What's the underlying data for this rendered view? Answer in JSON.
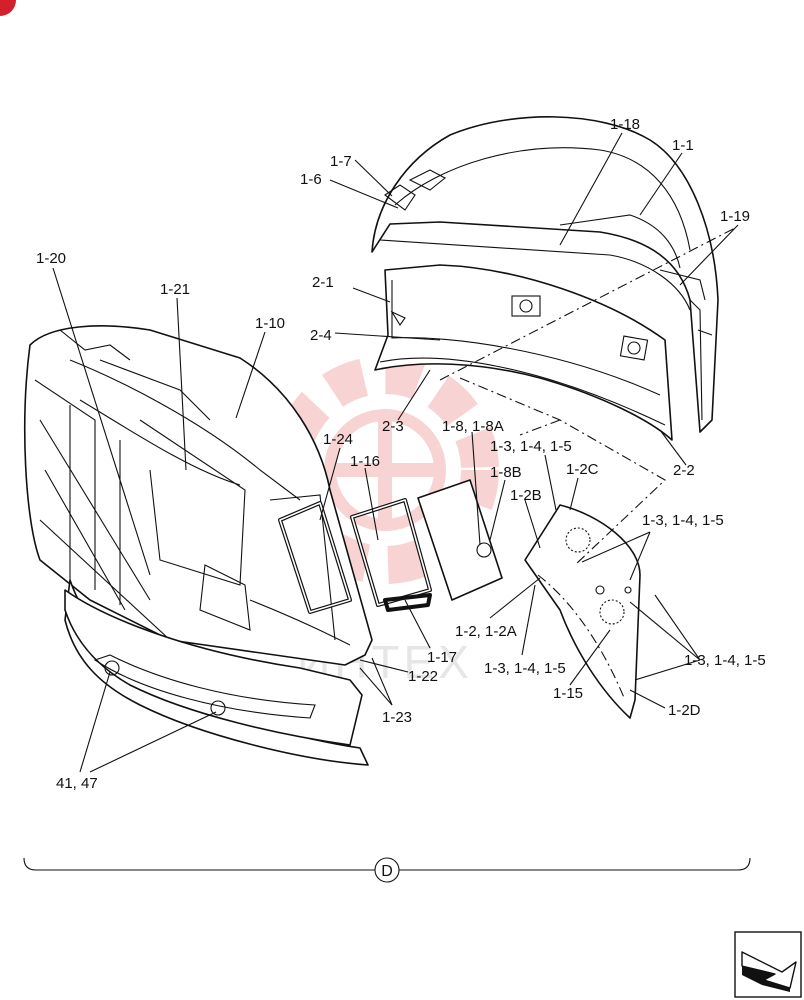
{
  "corner_badge": {
    "color": "#d4202a"
  },
  "watermark": {
    "text": "ИНТЕХ",
    "color": "#f2b0b0"
  },
  "section": {
    "letter": "D"
  },
  "nav": {
    "icon": "next-page-arrow-icon"
  },
  "callouts": [
    "1-18",
    "1-1",
    "1-7",
    "1-6",
    "1-19",
    "1-20",
    "2-1",
    "1-21",
    "1-10",
    "2-4",
    "2-3",
    "1-8, 1-8A",
    "1-3, 1-4, 1-5",
    "1-24",
    "1-2C",
    "1-16",
    "1-8B",
    "1-2B",
    "2-2",
    "1-3, 1-4, 1-5",
    "1-2, 1-2A",
    "1-17",
    "1-3, 1-4, 1-5",
    "1-3, 1-4, 1-5",
    "1-22",
    "1-15",
    "1-2D",
    "1-23",
    "41, 47"
  ]
}
